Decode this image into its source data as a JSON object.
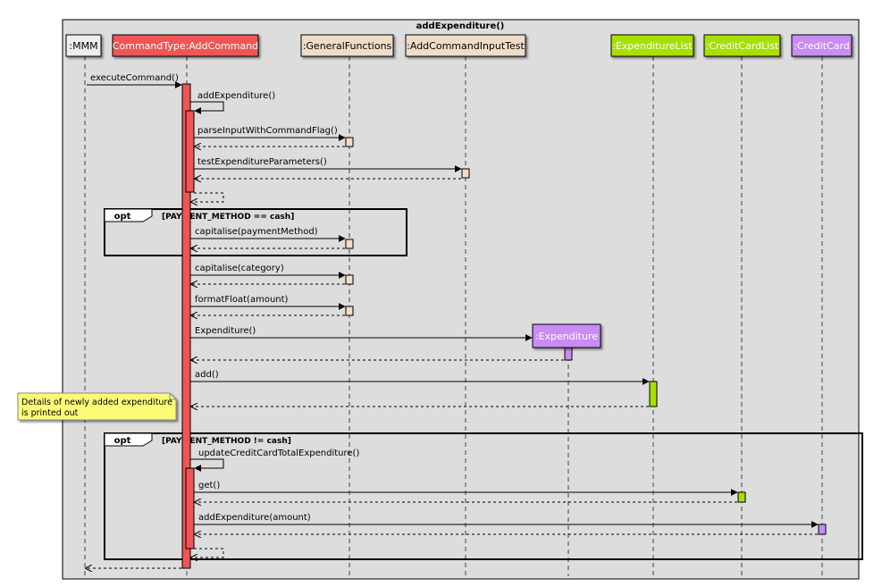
{
  "title": "addExpenditure()",
  "participants": [
    {
      "id": "mmm",
      "label": ":MMM",
      "color": "#EEEEEE"
    },
    {
      "id": "cmd",
      "label": "CommandType:AddCommand",
      "color": "#F05454"
    },
    {
      "id": "gf",
      "label": ":GeneralFunctions",
      "color": "#EFDDC8"
    },
    {
      "id": "acit",
      "label": ":AddCommandInputTest",
      "color": "#EFDDC8"
    },
    {
      "id": "el",
      "label": ":ExpenditureList",
      "color": "#A8E000"
    },
    {
      "id": "ccl",
      "label": ":CreditCardList",
      "color": "#A8E000"
    },
    {
      "id": "cc",
      "label": ":CreditCard",
      "color": "#C88CF5"
    }
  ],
  "created_object": {
    "id": "exp",
    "label": ":Expenditure",
    "color": "#C88CF5"
  },
  "messages": {
    "execute": "executeCommand()",
    "add_expenditure": "addExpenditure()",
    "parse_input": "parseInputWithCommandFlag()",
    "test_params": "testExpenditureParameters()",
    "capitalise_payment": "capitalise(paymentMethod)",
    "capitalise_category": "capitalise(category)",
    "format_float": "formatFloat(amount)",
    "constructor": "Expenditure()",
    "add": "add()",
    "update_cc": "updateCreditCardTotalExpenditure()",
    "get": "get()",
    "add_expenditure_amount": "addExpenditure(amount)"
  },
  "fragments": {
    "opt_label": "opt",
    "guard_cash": "[PAYMENT_METHOD == cash]",
    "guard_not_cash": "[PAYMENT_METHOD != cash]"
  },
  "note": {
    "line1": "Details of newly added expenditure",
    "line2": "is printed out",
    "color": "#FBFB77"
  }
}
